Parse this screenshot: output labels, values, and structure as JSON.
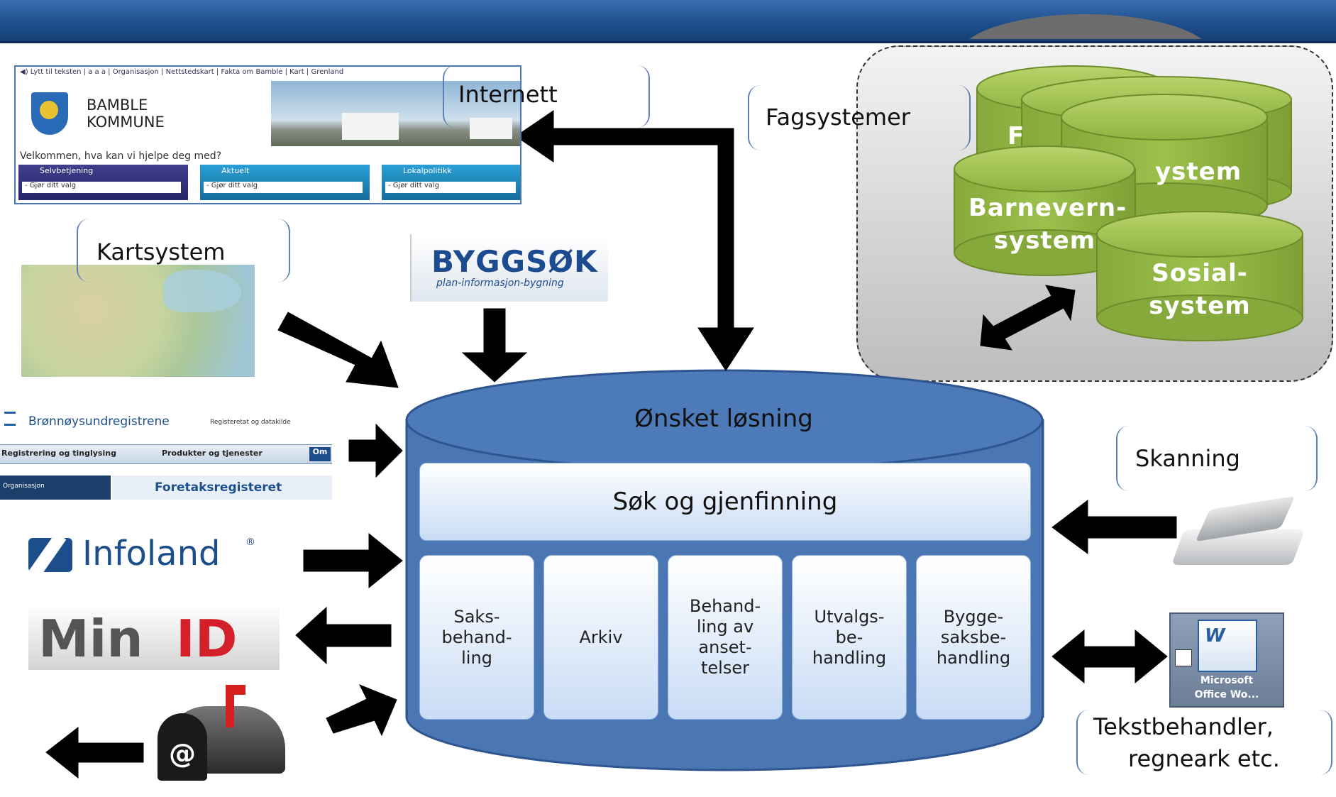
{
  "labels": {
    "internett": "Internett",
    "fagsystemer": "Fagsystemer",
    "kartsystem": "Kartsystem",
    "skanning": "Skanning",
    "tekst_line1": "Tekstbehandler,",
    "tekst_line2": "regneark etc."
  },
  "center": {
    "title": "Ønsket løsning",
    "search_bar": "Søk og gjenfinning",
    "modules": [
      "Saks-\nbehand-\nling",
      "Arkiv",
      "Behand-\nling av\nanset-\ntelser",
      "Utvalgs-\nbe-\nhandling",
      "Bygge-\nsaksbe-\nhandling"
    ]
  },
  "fagsystemer_cylinders": {
    "back_partial_1": "F",
    "back_partial_2": "ystem",
    "barnevern": "Barnevern-\nsystem",
    "sosial": "Sosial-\nsystem"
  },
  "bamble_site": {
    "topnav": "◀) Lytt til teksten | a a a | Organisasjon | Nettstedskart | Fakta om Bamble | Kart | Grenland",
    "logo_line1": "BAMBLE",
    "logo_line2": "KOMMUNE",
    "welcome": "Velkommen, hva kan vi hjelpe deg med?",
    "tabs": [
      "Selvbetjening",
      "Aktuelt",
      "Lokalpolitikk"
    ],
    "select_value": "- Gjør ditt valg"
  },
  "byggsok": {
    "title": "BYGGSØK",
    "subtitle": "plan-informasjon-bygning"
  },
  "bronnoy": {
    "name": "Brønnøysundregistrene",
    "tagline": "Registeretat og datakilde",
    "tabs": [
      "Registrering og tinglysing",
      "Produkter og tjenester",
      "Om"
    ],
    "left_item": "Organisasjon",
    "register": "Foretaksregisteret"
  },
  "infoland": {
    "name": "Infoland",
    "mark": "®"
  },
  "minid": {
    "min": "Min",
    "id": "ID"
  },
  "mailbox": {
    "symbol": "@"
  },
  "word_icon": {
    "line1": "Microsoft",
    "line2": "Office Wo..."
  },
  "colors": {
    "header_blue": "#1d4e8c",
    "cylinder_blue": "#4a77b4",
    "cylinder_green": "#8fb342",
    "arrow": "#000000"
  }
}
